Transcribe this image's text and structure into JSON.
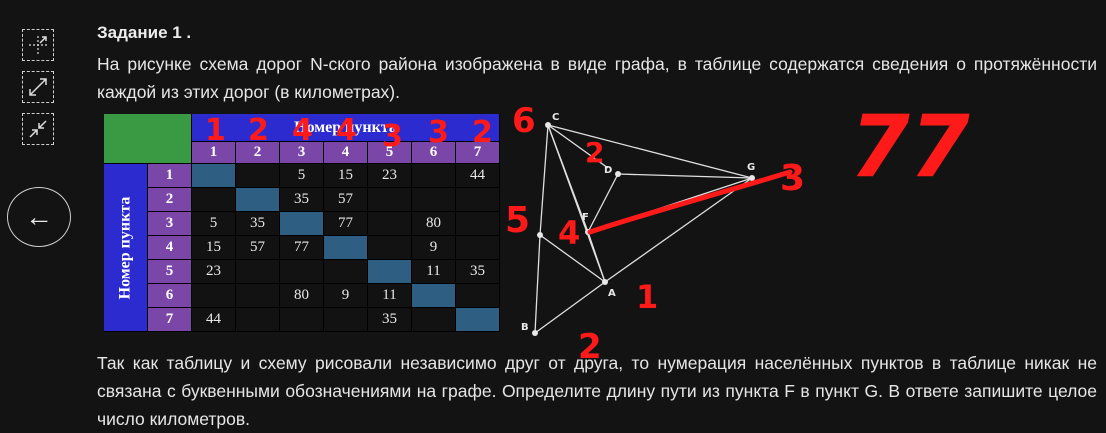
{
  "sidebar": {
    "tools": [
      {
        "name": "collapse-tool",
        "icon": "collapse-icon"
      },
      {
        "name": "expand-tool",
        "icon": "expand-diagonal-icon"
      },
      {
        "name": "shrink-tool",
        "icon": "shrink-diagonal-icon"
      }
    ],
    "back_label": "←"
  },
  "task": {
    "title": "Задание 1 .",
    "paragraph1": "На рисунке схема дорог N-ского района изображена в виде графа, в таблице содержатся сведения о протяжённости каждой из этих дорог (в километрах).",
    "paragraph2": "Так как таблицу и схему рисовали независимо друг от друга, то нумерация населённых пунктов в таблице никак не связана с буквенными обозначениями на графе. Определите длину пути из пункта F в пункт G. В ответе запишите целое число километров."
  },
  "table": {
    "header_label": "Номер пункта",
    "row_header_label": "Номер пункта",
    "column_numbers": [
      "1",
      "2",
      "3",
      "4",
      "5",
      "6",
      "7"
    ],
    "row_numbers": [
      "1",
      "2",
      "3",
      "4",
      "5",
      "6",
      "7"
    ],
    "rows": [
      [
        "",
        "",
        "5",
        "15",
        "23",
        "",
        "44"
      ],
      [
        "",
        "",
        "35",
        "57",
        "",
        "",
        ""
      ],
      [
        "5",
        "35",
        "",
        "77",
        "",
        "80",
        ""
      ],
      [
        "15",
        "57",
        "77",
        "",
        "",
        "9",
        ""
      ],
      [
        "23",
        "",
        "",
        "",
        "",
        "11",
        "35"
      ],
      [
        "",
        "",
        "80",
        "9",
        "11",
        "",
        ""
      ],
      [
        "44",
        "",
        "",
        "",
        "35",
        "",
        ""
      ]
    ]
  },
  "graph": {
    "nodes": [
      "C",
      "D",
      "G",
      "F",
      "A",
      "B"
    ]
  },
  "annotations": {
    "column_marks": [
      "1",
      "2",
      "4",
      "4",
      "3",
      "3",
      "2"
    ],
    "node_marks": [
      "6",
      "2",
      "3",
      "5",
      "4",
      "1",
      "2"
    ],
    "answer": "77",
    "ink_color": "#ff1a1a"
  },
  "colors": {
    "background": "#131313",
    "table_header": "#2b2bd0",
    "table_numbers": "#7a46a8",
    "table_corner": "#3a9a44",
    "diagonal": "#2e5f82"
  }
}
